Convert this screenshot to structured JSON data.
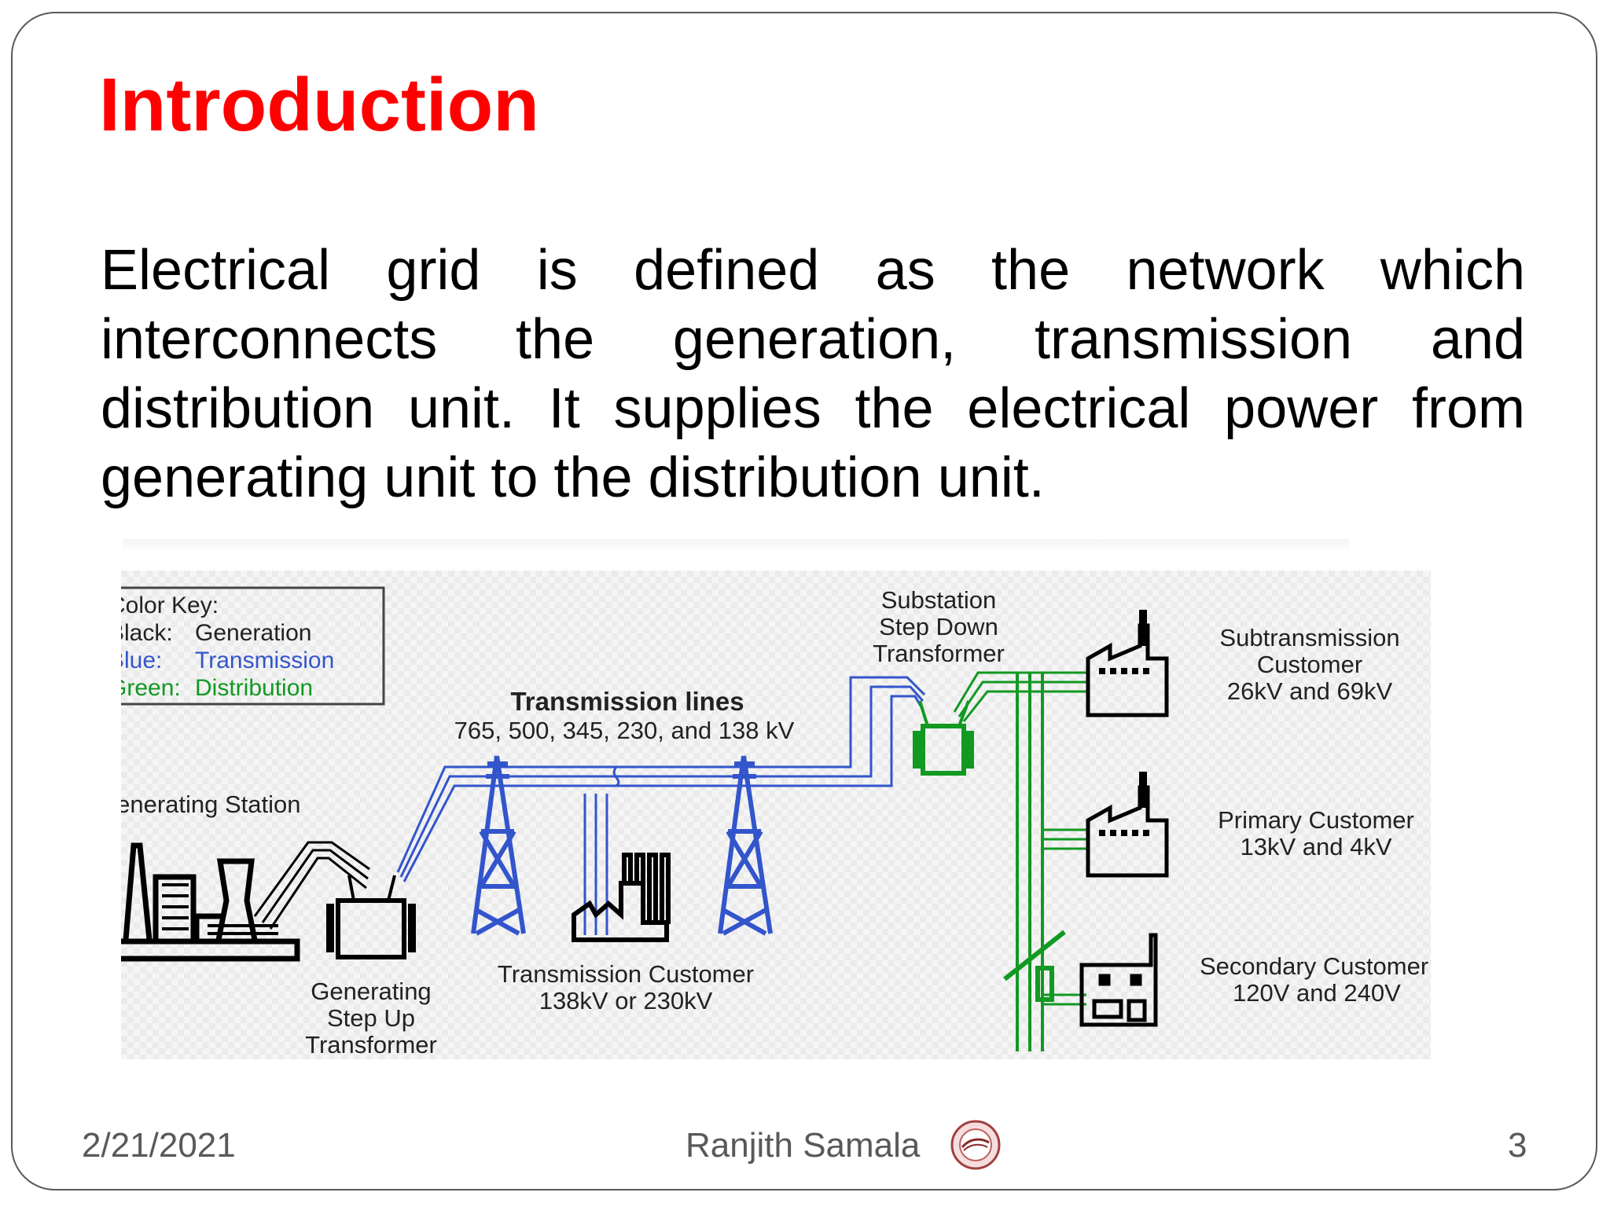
{
  "slide": {
    "title": "Introduction",
    "body": "Electrical grid is defined as the network which interconnects the generation, transmission and distribution unit. It supplies the electrical power from generating unit to the distribution unit."
  },
  "diagram": {
    "color_key": {
      "heading": "Color Key:",
      "rows": [
        {
          "label": "Black:",
          "value": "Generation"
        },
        {
          "label": "Blue:",
          "value": "Transmission"
        },
        {
          "label": "Green:",
          "value": "Distribution"
        }
      ]
    },
    "transmission_lines_title": "Transmission lines",
    "transmission_lines_voltages": "765, 500, 345, 230, and 138 kV",
    "generating_station": "Generating Station",
    "step_up": [
      "Generating",
      "Step Up",
      "Transformer"
    ],
    "transmission_customer": [
      "Transmission Customer",
      "138kV or 230kV"
    ],
    "substation": [
      "Substation",
      "Step Down",
      "Transformer"
    ],
    "subtransmission_customer": [
      "Subtransmission",
      "Customer",
      "26kV and 69kV"
    ],
    "primary_customer": [
      "Primary Customer",
      "13kV and 4kV"
    ],
    "secondary_customer": [
      "Secondary Customer",
      "120V and 240V"
    ]
  },
  "footer": {
    "date": "2/21/2021",
    "author": "Ranjith Samala",
    "page": "3"
  },
  "colors": {
    "title": "#ff0000",
    "generation": "#000000",
    "transmission": "#3355cc",
    "distribution": "#119922",
    "footer_text": "#595959"
  }
}
